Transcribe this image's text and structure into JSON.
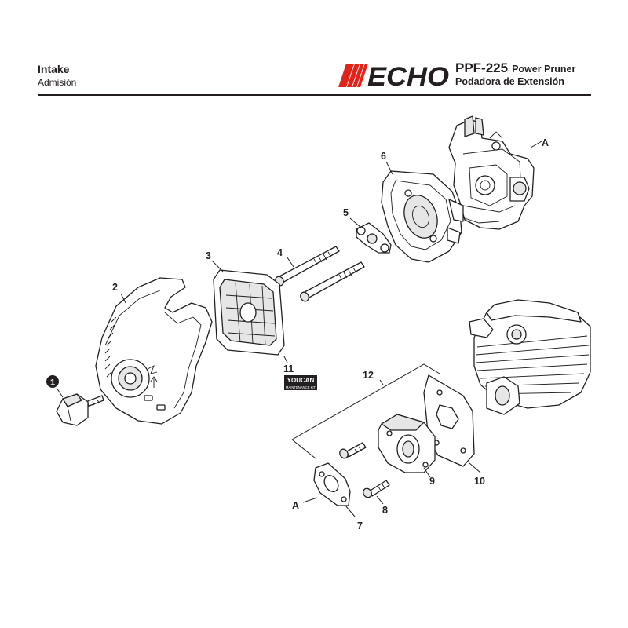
{
  "header": {
    "section_title": "Intake",
    "section_subtitle": "Admisión",
    "brand": "ECHO",
    "model_code": "PPF-225",
    "model_name_en": "Power Pruner",
    "model_name_es": "Podadora de Extensión"
  },
  "callouts": {
    "part_1": "1",
    "part_2": "2",
    "part_3": "3",
    "part_4": "4",
    "part_5": "5",
    "part_6": "6",
    "part_7": "7",
    "part_8": "8",
    "part_9": "9",
    "part_10": "10",
    "part_11": "11",
    "part_12": "12",
    "ref_a_top": "A",
    "ref_a_bottom": "A"
  },
  "kit_badge": {
    "line1": "YOU",
    "line2": "CAN",
    "line3": "MAINTENANCE KIT"
  },
  "colors": {
    "ink": "#231f20",
    "brand_red": "#e2231a",
    "paper": "#ffffff"
  }
}
